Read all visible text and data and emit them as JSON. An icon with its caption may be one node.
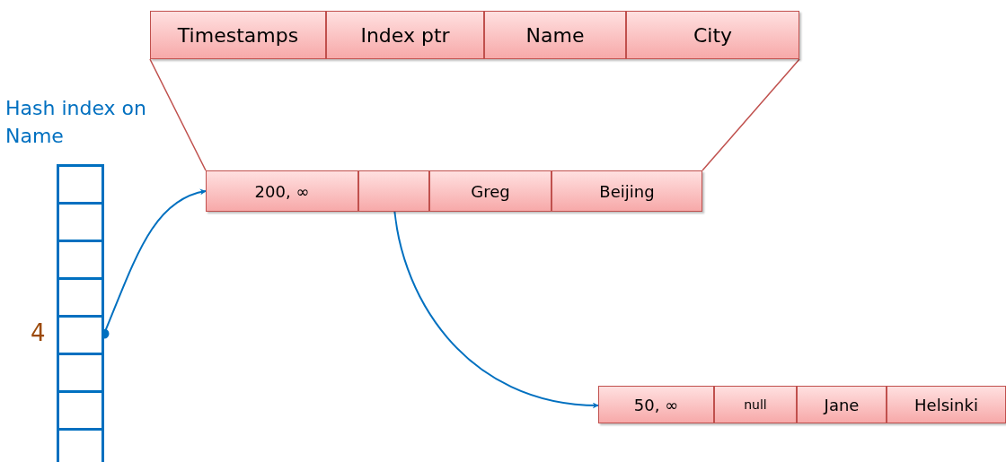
{
  "diagram": {
    "nodes": [
      {
        "text": [
          "Timestamps"
        ]
      },
      {
        "text": [
          "Index ptr"
        ]
      },
      {
        "text": [
          "Name"
        ]
      },
      {
        "text": [
          "City"
        ]
      },
      {
        "text": [
          "200, ∞"
        ]
      },
      {
        "text": [],
        "shape": "box"
      },
      {
        "text": [
          "Greg"
        ]
      },
      {
        "text": [
          "Beijing"
        ]
      },
      {
        "text": [],
        "shape": "box"
      },
      {
        "text": [],
        "shape": "box"
      },
      {
        "text": [],
        "shape": "box"
      },
      {
        "text": [],
        "shape": "box"
      },
      {
        "text": [],
        "shape": "box"
      },
      {
        "text": [],
        "shape": "box"
      },
      {
        "text": [],
        "shape": "box"
      },
      {
        "text": [],
        "shape": "box"
      },
      {
        "text": [
          "50, ∞"
        ]
      },
      {
        "text": [
          "null"
        ]
      },
      {
        "text": [
          "Jane"
        ]
      },
      {
        "text": [
          "Helsinki"
        ]
      }
    ],
    "edges": [
      {
        "from": 12,
        "to": 4,
        "arrow": "to"
      },
      {
        "from": 5,
        "to": 16,
        "arrow": "to"
      },
      {
        "from": 0,
        "to": 4,
        "arrow": "none",
        "color": "#c0504d"
      },
      {
        "from": 3,
        "to": 7,
        "arrow": "none",
        "color": "#c0504d"
      }
    ],
    "labels": [
      "Hash index on Name",
      "4"
    ]
  }
}
